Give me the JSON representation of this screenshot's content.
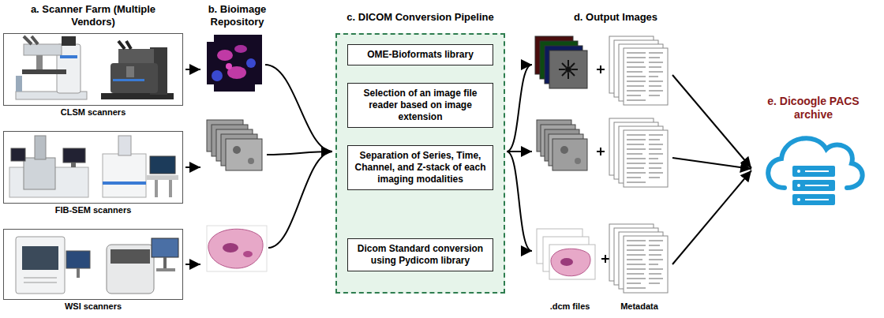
{
  "diagram": {
    "nodes": [
      {
        "text": [
          "CLSM scanners"
        ]
      },
      {
        "text": [
          "FIB-SEM scanners"
        ]
      },
      {
        "text": [
          "WSI scanners"
        ]
      },
      {
        "text": [
          "c. DICOM Conversion Pipeline"
        ]
      },
      {
        "text": [
          "OME-Bioformats library"
        ],
        "in": 3
      },
      {
        "text": [
          "Selection of an image file reader based on image extension"
        ],
        "in": 3
      },
      {
        "text": [
          "Separation of Series, Time, Channel, and Z-stack of each imaging modalities"
        ],
        "in": 3
      },
      {
        "text": [
          "Dicom Standard conversion using Pydicom library"
        ],
        "in": 3
      },
      {
        "text": [
          "e. Dicoogle PACS archive"
        ]
      }
    ],
    "edges": [
      {
        "from": 4,
        "to": 5,
        "arrow": "to"
      },
      {
        "from": 5,
        "to": 6,
        "arrow": "to"
      },
      {
        "from": 6,
        "to": 7,
        "arrow": "to"
      }
    ],
    "labels": [
      "a. Scanner Farm (Multiple Vendors)",
      "b. Bioimage Repository",
      "d. Output Images",
      ".dcm files",
      "Metadata"
    ]
  }
}
